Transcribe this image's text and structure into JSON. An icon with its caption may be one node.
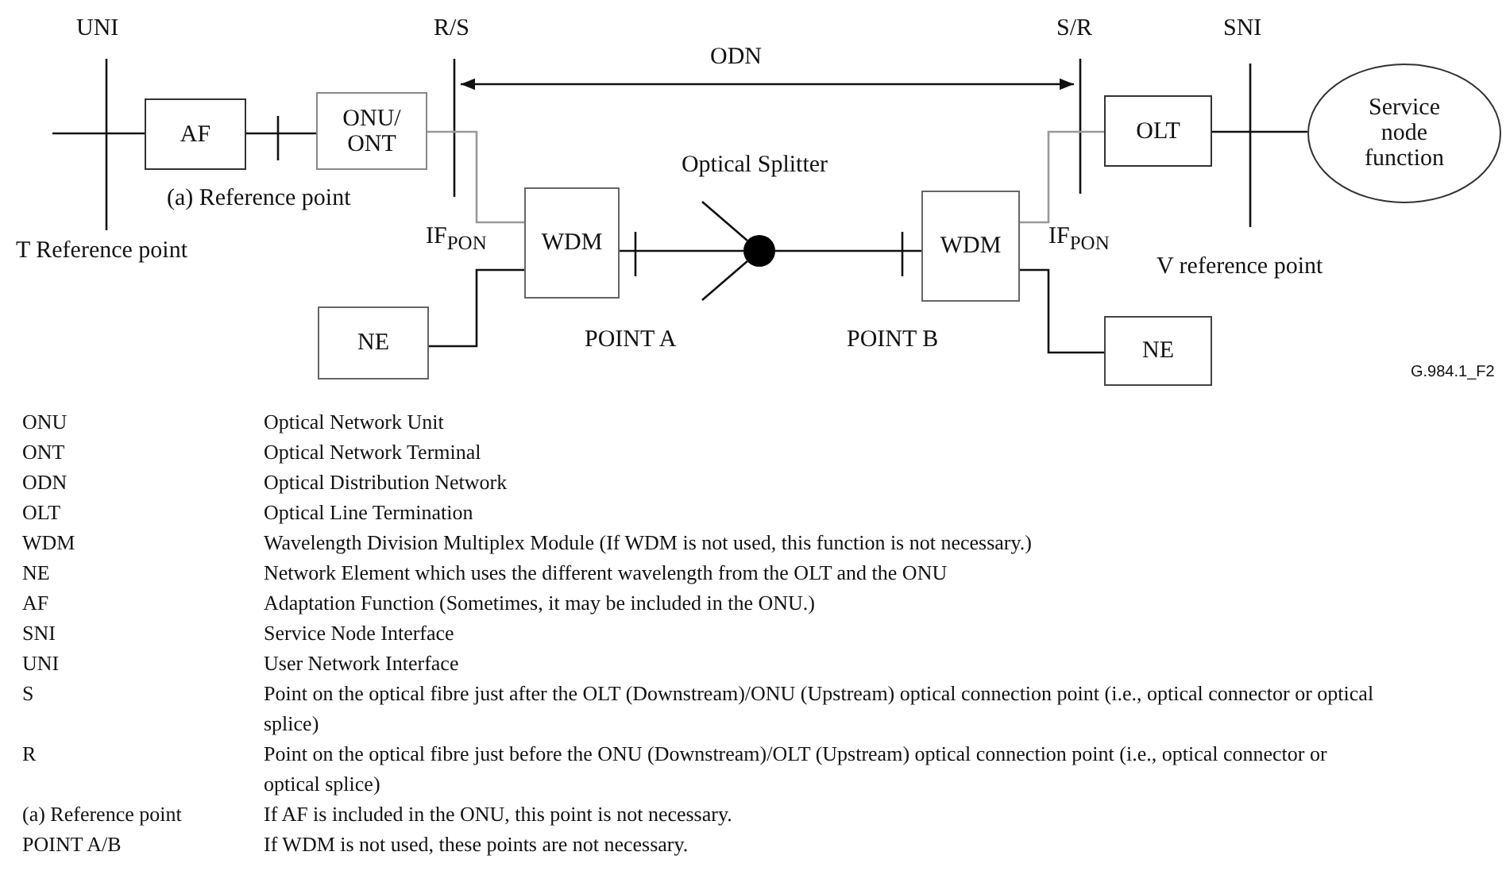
{
  "diagram": {
    "nodes": [
      {
        "text": [
          "AF"
        ]
      },
      {
        "text": [
          "ONU/ ONT"
        ]
      },
      {
        "text": [
          "WDM"
        ]
      },
      {
        "text": [
          "NE"
        ]
      },
      {
        "text": [
          "Optical Splitter"
        ]
      },
      {
        "text": [
          "WDM"
        ]
      },
      {
        "text": [
          "NE"
        ]
      },
      {
        "text": [
          "OLT"
        ]
      },
      {
        "text": [
          "Service node function"
        ]
      }
    ],
    "edges": [
      {
        "from": null,
        "to": 0,
        "arrow": "none"
      },
      {
        "from": 0,
        "to": 1,
        "arrow": "none"
      },
      {
        "from": 1,
        "to": 2,
        "arrow": "none",
        "color": "#999999"
      },
      {
        "from": 3,
        "to": 2,
        "arrow": "none"
      },
      {
        "from": 2,
        "to": 4,
        "arrow": "none"
      },
      {
        "from": 4,
        "to": null,
        "arrow": "none"
      },
      {
        "from": 4,
        "to": null,
        "arrow": "none"
      },
      {
        "from": 4,
        "to": 5,
        "arrow": "none"
      },
      {
        "from": 5,
        "to": 7,
        "arrow": "none",
        "color": "#999999"
      },
      {
        "from": 5,
        "to": 6,
        "arrow": "none"
      },
      {
        "from": 7,
        "to": 8,
        "arrow": "none"
      }
    ],
    "labels": [
      "UNI",
      "R/S",
      "ODN",
      "S/R",
      "SNI",
      "(a) Reference point",
      "T Reference point",
      "IF$_{PON}$",
      "IF$_{PON}$",
      "V reference point",
      "POINT A",
      "POINT B",
      "G.984.1_F2",
      "ONU",
      "Optical Network Unit",
      "ONT",
      "Optical Network Terminal",
      "ODN",
      "Optical Distribution Network",
      "OLT",
      "Optical Line Termination",
      "WDM",
      "Wavelength Division Multiplex Module (If WDM is not used, this function is not necessary.)",
      "NE",
      "Network Element which uses the different wavelength from the OLT and the ONU",
      "AF",
      "Adaptation Function (Sometimes, it may be included in the ONU.)",
      "SNI",
      "Service Node Interface",
      "UNI",
      "User Network Interface",
      "S",
      "Point on the optical fibre just after the OLT (Downstream)/ONU (Upstream) optical connection point (i.e., optical connector or optical splice)",
      "R",
      "Point on the optical fibre just before the ONU (Downstream)/OLT (Upstream) optical connection point (i.e., optical connector or optical splice)",
      "(a) Reference point",
      "If AF is included in the ONU, this point is not necessary.",
      "POINT A/B",
      "If WDM is not used, these points are not necessary."
    ]
  }
}
